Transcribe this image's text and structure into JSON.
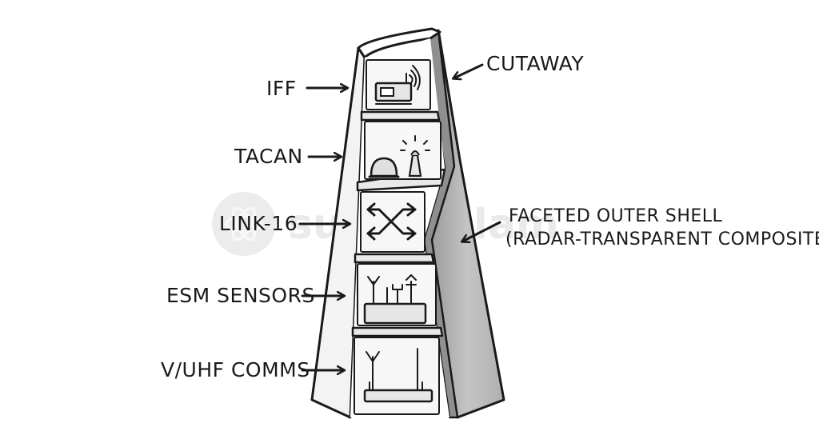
{
  "labels": {
    "cutaway": "CUTAWAY",
    "iff": "IFF",
    "tacan": "TACAN",
    "link16": "LINK-16",
    "esm": "ESM SENSORS",
    "vuhf": "V/UHF COMMS",
    "shell_line1": "FACETED OUTER SHELL",
    "shell_line2": "(RADAR-TRANSPARENT COMPOSITE)"
  },
  "watermark": {
    "text": "supercalam"
  },
  "colors": {
    "ink": "#1a1a1a",
    "shell_gray": "#a8a8a8",
    "inner_wall": "#e9e9e9",
    "cutaway_face": "#8f8f8f"
  }
}
